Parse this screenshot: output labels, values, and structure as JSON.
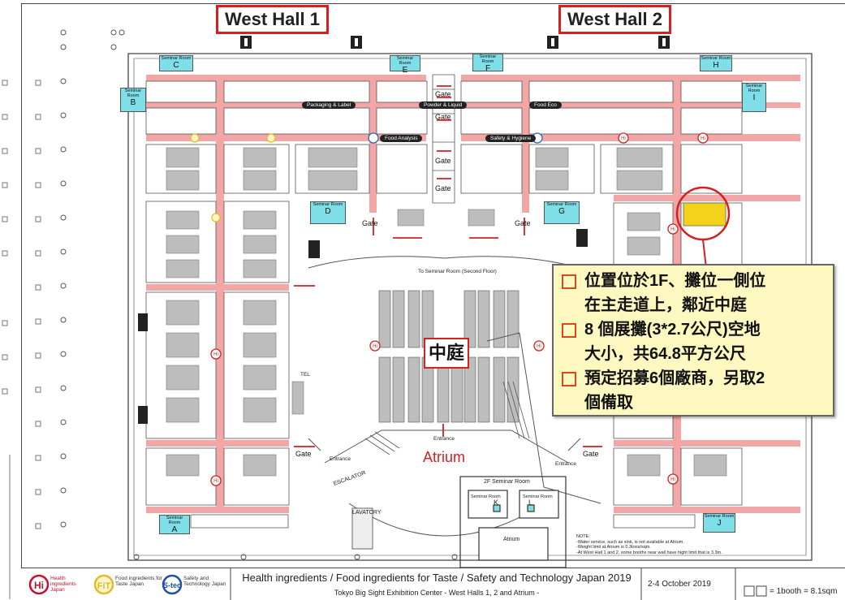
{
  "halls": {
    "west1": "West Hall 1",
    "west2": "West Hall 2"
  },
  "courtyard_label": "中庭",
  "atrium_label": "Atrium",
  "callout": {
    "items": [
      "位置位於1F、攤位一側位\n在主走道上，鄰近中庭",
      "8 個展攤(3*2.7公尺)空地\n大小，共64.8平方公尺",
      "預定招募6個廠商，另取2\n個備取"
    ]
  },
  "zones": {
    "packaging": "Packaging & Label",
    "powder": "Powder & Liquid",
    "food_eco": "Food Eco",
    "food_analysis": "Food Analysis",
    "safety": "Safety & Hygiene"
  },
  "seminar_rooms": {
    "a": {
      "label": "Seminar Room",
      "letter": "A"
    },
    "b": {
      "label": "Seminar Room",
      "letter": "B"
    },
    "c": {
      "label": "Seminar Room",
      "letter": "C"
    },
    "d": {
      "label": "Seminar Room",
      "letter": "D"
    },
    "e": {
      "label": "Seminar Room",
      "letter": "E"
    },
    "f": {
      "label": "Seminar Room",
      "letter": "F"
    },
    "g": {
      "label": "Seminar Room",
      "letter": "G"
    },
    "h": {
      "label": "Seminar Room",
      "letter": "H"
    },
    "i": {
      "label": "Seminar Room",
      "letter": "I"
    },
    "j": {
      "label": "Seminar Room",
      "letter": "J"
    }
  },
  "labels": {
    "gate": "Gate",
    "entrance": "Entrance",
    "escalator": "ESCALATOR",
    "lavatory": "LAVATORY",
    "tel": "TEL",
    "to_seminar": "To Seminar Room (Second Floor)",
    "seminar_2f": "2F Seminar Room",
    "seminar_room": "Seminar Room",
    "k": "K",
    "l": "L",
    "note": "NOTE:\n-Water service, such as sink, is not available at Atrium.\n-Weight limit at Atrium is 0.3tons/sqm.\n-At West Hall 1 and 2, some booths near wall have hight limit that is 3.3m."
  },
  "footer": {
    "logo_hi": "Health ingredients Japan",
    "logo_fit": "Food ingredients for Taste Japan",
    "logo_stec": "Safety and Technology Japan",
    "title": "Health ingredients / Food ingredients for Taste / Safety and Technology Japan 2019",
    "subtitle": "Tokyo Big Sight Exhibition Center - West Halls 1, 2 and Atrium -",
    "date": "2-4 October 2019",
    "legend": "= 1booth = 8.1sqm"
  },
  "colors": {
    "aisle": "#f2a6a6",
    "highlight": "#f2d21a",
    "marker": "#d32020",
    "seminar": "#7fdfe8"
  }
}
